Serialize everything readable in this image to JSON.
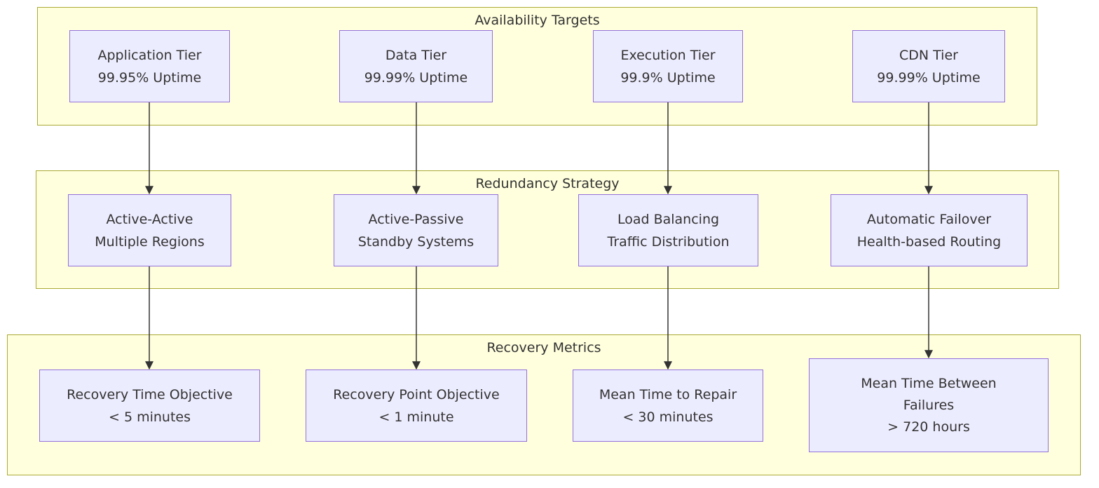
{
  "clusters": {
    "availability": {
      "title": "Availability Targets"
    },
    "redundancy": {
      "title": "Redundancy Strategy"
    },
    "recovery": {
      "title": "Recovery Metrics"
    }
  },
  "nodes": {
    "app_tier": {
      "line1": "Application Tier",
      "line2": "99.95% Uptime"
    },
    "data_tier": {
      "line1": "Data Tier",
      "line2": "99.99% Uptime"
    },
    "exec_tier": {
      "line1": "Execution Tier",
      "line2": "99.9% Uptime"
    },
    "cdn_tier": {
      "line1": "CDN Tier",
      "line2": "99.99% Uptime"
    },
    "active_active": {
      "line1": "Active-Active",
      "line2": "Multiple Regions"
    },
    "active_passive": {
      "line1": "Active-Passive",
      "line2": "Standby Systems"
    },
    "load_balancing": {
      "line1": "Load Balancing",
      "line2": "Traffic Distribution"
    },
    "auto_failover": {
      "line1": "Automatic Failover",
      "line2": "Health-based Routing"
    },
    "rto": {
      "line1": "Recovery Time Objective",
      "line2": "< 5 minutes"
    },
    "rpo": {
      "line1": "Recovery Point Objective",
      "line2": "< 1 minute"
    },
    "mttr": {
      "line1": "Mean Time to Repair",
      "line2": "< 30 minutes"
    },
    "mtbf": {
      "line1": "Mean Time Between",
      "line2": "Failures",
      "line3": "> 720 hours"
    }
  },
  "edges": [
    {
      "from": "app_tier",
      "to": "active_active"
    },
    {
      "from": "data_tier",
      "to": "active_passive"
    },
    {
      "from": "exec_tier",
      "to": "load_balancing"
    },
    {
      "from": "cdn_tier",
      "to": "auto_failover"
    },
    {
      "from": "active_active",
      "to": "rto"
    },
    {
      "from": "active_passive",
      "to": "rpo"
    },
    {
      "from": "load_balancing",
      "to": "mttr"
    },
    {
      "from": "auto_failover",
      "to": "mtbf"
    }
  ],
  "colors": {
    "cluster_fill": "#ffffde",
    "cluster_border": "#aaaa33",
    "node_fill": "#ececff",
    "node_border": "#9370db",
    "edge": "#333333"
  }
}
